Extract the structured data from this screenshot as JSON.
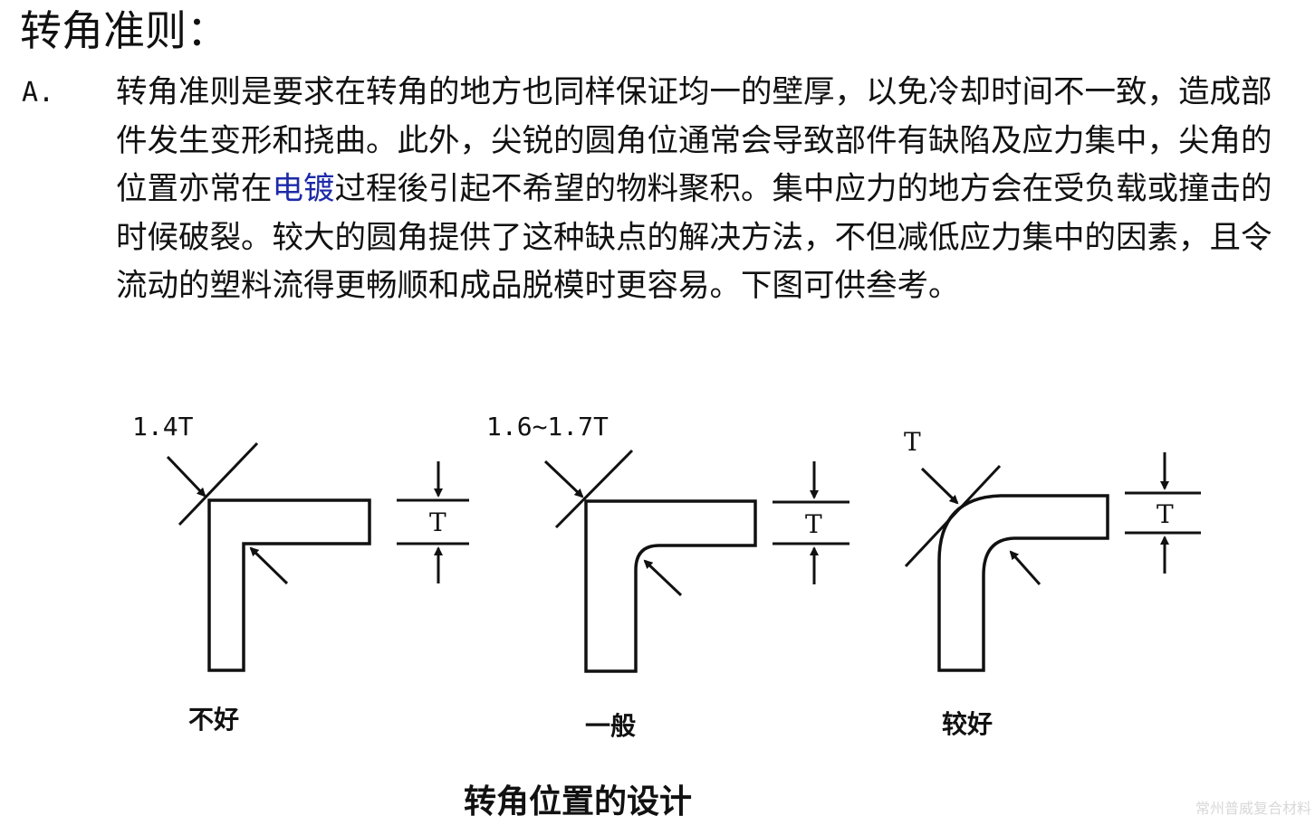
{
  "heading": "转角准则：",
  "item": {
    "marker": "A.",
    "text_before_link": "转角准则是要求在转角的地方也同样保证均一的壁厚，以免冷却时间不一致，造成部件发生变形和挠曲。此外，尖锐的圆角位通常会导致部件有缺陷及应力集中，尖角的位置亦常在",
    "link_text": "电镀",
    "text_after_link": "过程後引起不希望的物料聚积。集中应力的地方会在受负载或撞击的时候破裂。较大的圆角提供了这种缺点的解决方法，不但减低应力集中的因素，且令流动的塑料流得更畅顺和成品脱模时更容易。下图可供叁考。",
    "link_color": "#1d2aa8"
  },
  "figure": {
    "caption": "转角位置的设计",
    "panels": [
      {
        "outer_label": "1.4T",
        "thickness_label": "T",
        "rating": "不好"
      },
      {
        "outer_label": "1.6~1.7T",
        "thickness_label": "T",
        "rating": "一般"
      },
      {
        "outer_label": "T",
        "thickness_label": "T",
        "rating": "较好"
      }
    ]
  },
  "watermark": "常州普威复合材料"
}
